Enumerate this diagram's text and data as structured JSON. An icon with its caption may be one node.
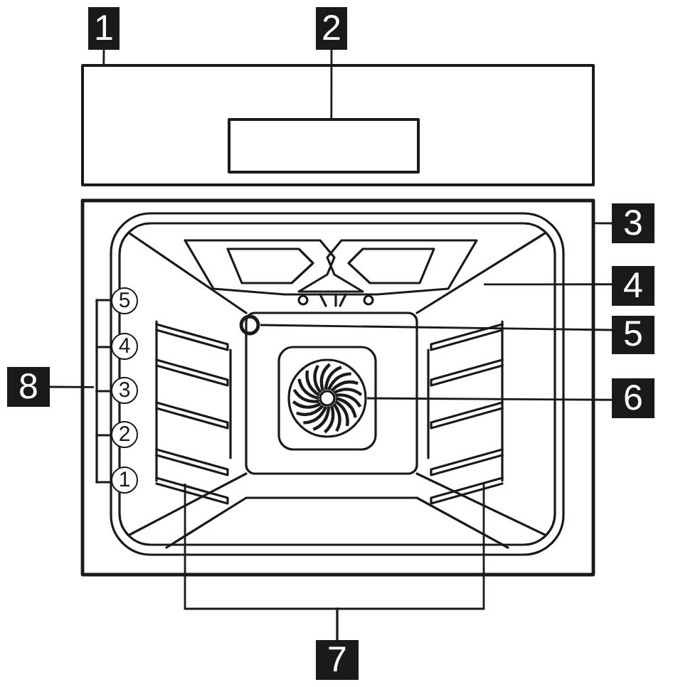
{
  "diagram": {
    "nodes": [
      {
        "text": [
          "1"
        ]
      },
      {
        "text": [
          "2"
        ]
      },
      {
        "text": [
          "3"
        ]
      },
      {
        "text": [
          "4"
        ]
      },
      {
        "text": [
          "5"
        ]
      },
      {
        "text": [
          "6"
        ]
      },
      {
        "text": [
          "7"
        ]
      },
      {
        "text": [
          "8"
        ]
      },
      {
        "text": [],
        "shape": "box"
      },
      {
        "text": [],
        "shape": "box",
        "in": 8
      },
      {
        "text": [],
        "shape": "box"
      },
      {
        "text": [],
        "shape": "coil",
        "in": 10
      },
      {
        "text": [],
        "shape": "circle",
        "in": 10
      },
      {
        "text": [],
        "shape": "circle",
        "in": 10
      },
      {
        "text": [],
        "shape": "rack",
        "in": 10
      },
      {
        "text": [],
        "shape": "rack",
        "in": 10
      },
      {
        "text": [],
        "shape": "bar",
        "in": 10
      },
      {
        "text": [
          "5"
        ],
        "in": 10
      },
      {
        "text": [
          "4"
        ],
        "in": 10
      },
      {
        "text": [
          "3"
        ],
        "in": 10
      },
      {
        "text": [
          "2"
        ],
        "in": 10
      },
      {
        "text": [
          "1"
        ],
        "in": 10
      }
    ],
    "edges": [
      {
        "from": 0,
        "to": 8,
        "arrow": "none"
      },
      {
        "from": 1,
        "to": 9,
        "arrow": "none"
      },
      {
        "from": 2,
        "to": 10,
        "arrow": "none"
      },
      {
        "from": 3,
        "to": 11,
        "arrow": "none"
      },
      {
        "from": 4,
        "to": 12,
        "arrow": "none"
      },
      {
        "from": 5,
        "to": 13,
        "arrow": "none"
      },
      {
        "from": 6,
        "to": 14,
        "arrow": "none"
      },
      {
        "from": 6,
        "to": 15,
        "arrow": "none"
      },
      {
        "from": 7,
        "to": 16,
        "arrow": "none"
      }
    ]
  }
}
